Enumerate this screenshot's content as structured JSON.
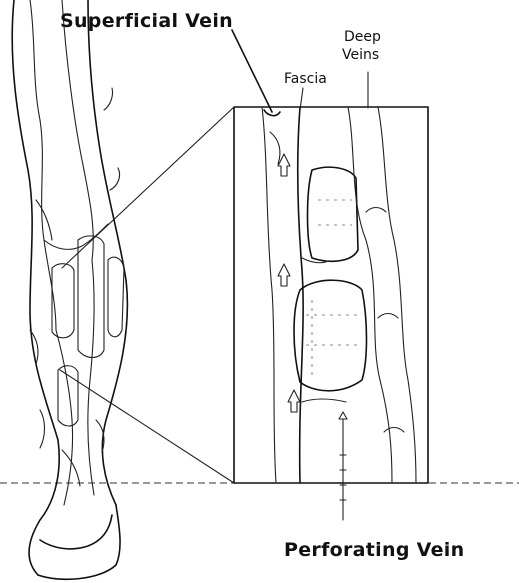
{
  "labels": {
    "superficial_vein": "Superficial Vein",
    "deep_veins_line1": "Deep",
    "deep_veins_line2": "Veins",
    "fascia": "Fascia",
    "perforating_vein": "Perforating Vein"
  },
  "colors": {
    "ink": "#111111",
    "background": "#ffffff"
  }
}
